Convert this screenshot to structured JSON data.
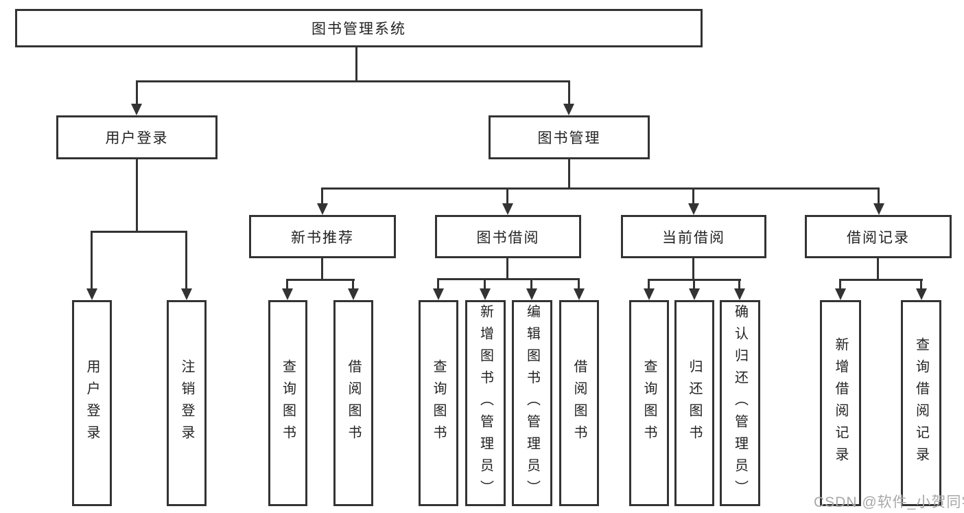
{
  "diagram_type": "hierarchy-tree",
  "tree": {
    "label": "图书管理系统",
    "children": [
      {
        "label": "用户登录",
        "children": [
          {
            "label": "用户登录"
          },
          {
            "label": "注销登录"
          }
        ]
      },
      {
        "label": "图书管理",
        "children": [
          {
            "label": "新书推荐",
            "children": [
              {
                "label": "查询图书"
              },
              {
                "label": "借阅图书"
              }
            ]
          },
          {
            "label": "图书借阅",
            "children": [
              {
                "label": "查询图书"
              },
              {
                "label": "新增图书（管理员）"
              },
              {
                "label": "编辑图书（管理员）"
              },
              {
                "label": "借阅图书"
              }
            ]
          },
          {
            "label": "当前借阅",
            "children": [
              {
                "label": "查询图书"
              },
              {
                "label": "归还图书"
              },
              {
                "label": "确认归还（管理员）"
              }
            ]
          },
          {
            "label": "借阅记录",
            "children": [
              {
                "label": "新增借阅记录"
              },
              {
                "label": "查询借阅记录"
              }
            ]
          }
        ]
      }
    ]
  },
  "watermark": {
    "text": "CSDN @软件_小贺同学"
  },
  "colors": {
    "line": "#333333",
    "box_border": "#333333",
    "text": "#232323",
    "watermark": "#a8a8a8",
    "background": "#ffffff"
  }
}
